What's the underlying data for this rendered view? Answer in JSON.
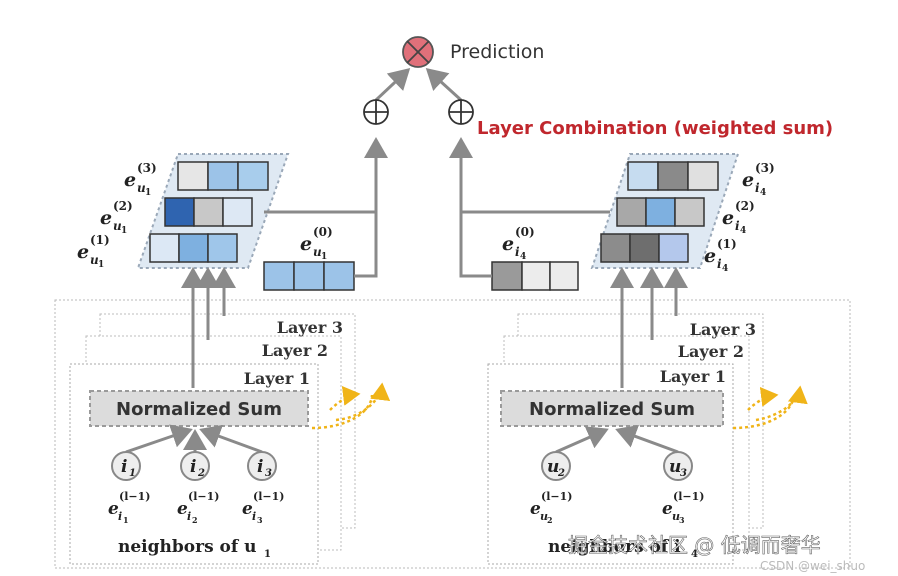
{
  "prediction_label": "Prediction",
  "combination_label": "Layer Combination (weighted sum)",
  "layer_labels": [
    "Layer 3",
    "Layer 2",
    "Layer 1"
  ],
  "normalized_sum": "Normalized Sum",
  "left": {
    "neighbors_caption": "neighbors of u",
    "neighbors_caption_sub": "1",
    "node_i1": "i",
    "node_i1_sub": "1",
    "node_i2": "i",
    "node_i2_sub": "2",
    "node_i3": "i",
    "node_i3_sub": "3"
  },
  "right": {
    "neighbors_caption": "neighbors of i",
    "neighbors_caption_sub": "4",
    "node_u2": "u",
    "node_u2_sub": "2",
    "node_u3": "u",
    "node_u3_sub": "3"
  },
  "math": {
    "e": "e",
    "sup_3": "(3)",
    "sup_2": "(2)",
    "sup_1": "(1)",
    "sup_0": "(0)",
    "sup_prev": "(l−1)",
    "sub_u1": "u",
    "sub_u1_idx": "1",
    "sub_i4": "i",
    "sub_i4_idx": "4",
    "sub_i1": "i",
    "sub_i1_idx": "1",
    "sub_i2": "i",
    "sub_i2_idx": "2",
    "sub_i3": "i",
    "sub_i3_idx": "3",
    "sub_u2": "u",
    "sub_u2_idx": "2",
    "sub_u3": "u",
    "sub_u3_idx": "3"
  },
  "watermark_main": "掘金技术社区 @ 低调而奢华",
  "watermark_csdn": "CSDN @wei_shuo",
  "colors": {
    "prediction_node": "#e0707a",
    "combination_text": "#c0272d",
    "arrow": "#8a8a8a",
    "dotted_orange": "#f0b418",
    "parallelogram_fill": "#dfe9f3"
  }
}
